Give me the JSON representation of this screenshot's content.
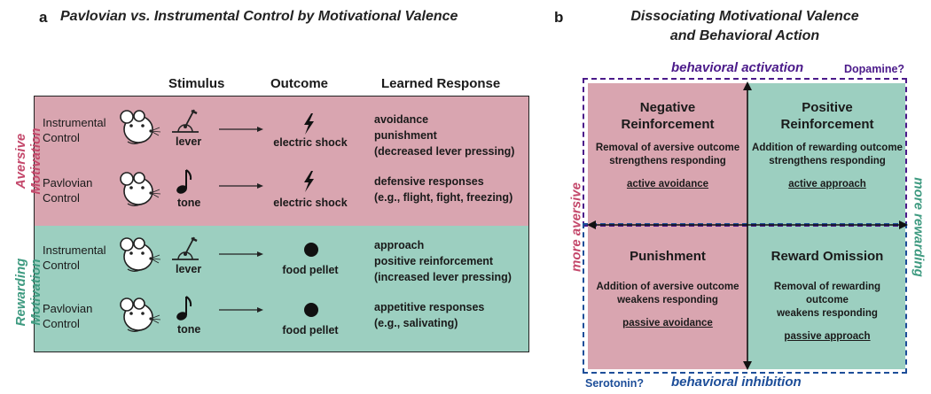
{
  "panel_a": {
    "letter": "a",
    "title": "Pavlovian vs. Instrumental Control by Motivational Valence",
    "headers": {
      "stimulus": "Stimulus",
      "outcome": "Outcome",
      "response": "Learned Response"
    },
    "aversive": {
      "label_line1": "Aversive",
      "label_line2": "Motivation",
      "color": "#d9a5b0",
      "rows": [
        {
          "control_line1": "Instrumental",
          "control_line2": "Control",
          "stimulus_icon": "lever-icon",
          "stimulus": "lever",
          "outcome_icon": "lightning-icon",
          "outcome": "electric shock",
          "response": [
            "avoidance",
            "punishment",
            "(decreased lever pressing)"
          ]
        },
        {
          "control_line1": "Pavlovian",
          "control_line2": "Control",
          "stimulus_icon": "music-note-icon",
          "stimulus": "tone",
          "outcome_icon": "lightning-icon",
          "outcome": "electric shock",
          "response": [
            "defensive responses",
            "(e.g., flight, fight, freezing)"
          ]
        }
      ]
    },
    "rewarding": {
      "label_line1": "Rewarding",
      "label_line2": "Motivation",
      "color": "#9ccfc0",
      "rows": [
        {
          "control_line1": "Instrumental",
          "control_line2": "Control",
          "stimulus_icon": "lever-icon",
          "stimulus": "lever",
          "outcome_icon": "pellet-icon",
          "outcome": "food pellet",
          "response": [
            "approach",
            "positive reinforcement",
            "(increased lever pressing)"
          ]
        },
        {
          "control_line1": "Pavlovian",
          "control_line2": "Control",
          "stimulus_icon": "music-note-icon",
          "stimulus": "tone",
          "outcome_icon": "pellet-icon",
          "outcome": "food pellet",
          "response": [
            "appetitive responses",
            "(e.g., salivating)"
          ]
        }
      ]
    }
  },
  "panel_b": {
    "letter": "b",
    "title_line1": "Dissociating Motivational Valence",
    "title_line2": "and Behavioral Action",
    "top_axis": "behavioral activation",
    "top_nt": "Dopamine?",
    "bottom_axis": "behavioral inhibition",
    "bottom_nt": "Serotonin?",
    "left_axis": "more aversive",
    "right_axis": "more rewarding",
    "colors": {
      "aversive": "#d9a5b0",
      "rewarding": "#9ccfc0",
      "activation": "#4b1a8a",
      "inhibition": "#1d4e99",
      "left_text": "#c4486b",
      "right_text": "#3e9a80"
    },
    "quadrants": {
      "top_left": {
        "title_line1": "Negative",
        "title_line2": "Reinforcement",
        "desc_line1": "Removal of aversive outcome",
        "desc_line2": "strengthens responding",
        "example": "active avoidance"
      },
      "top_right": {
        "title_line1": "Positive",
        "title_line2": "Reinforcement",
        "desc_line1": "Addition of rewarding outcome",
        "desc_line2": "strengthens responding",
        "example": "active approach"
      },
      "bottom_left": {
        "title": "Punishment",
        "desc_line1": "Addition of aversive outcome",
        "desc_line2": "weakens responding",
        "example": "passive avoidance"
      },
      "bottom_right": {
        "title": "Reward Omission",
        "desc_line1": "Removal of rewarding outcome",
        "desc_line2": "weakens responding",
        "example": "passive approach"
      }
    }
  }
}
